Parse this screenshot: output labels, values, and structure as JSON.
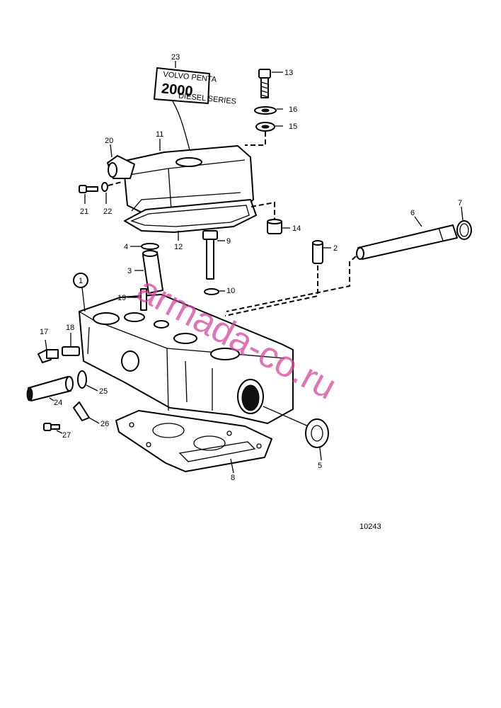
{
  "part_labels": {
    "p1": "1",
    "p2": "2",
    "p3": "3",
    "p4": "4",
    "p5": "5",
    "p6": "6",
    "p7": "7",
    "p8": "8",
    "p9": "9",
    "p10": "10",
    "p11": "11",
    "p12": "12",
    "p13": "13",
    "p14": "14",
    "p15": "15",
    "p16": "16",
    "p17": "17",
    "p18": "18",
    "p19": "19",
    "p20": "20",
    "p21": "21",
    "p22": "22",
    "p23": "23",
    "p24": "24",
    "p25": "25",
    "p26": "26",
    "p27": "27"
  },
  "decal": {
    "brand": "VOLVO PENTA",
    "model": "2000",
    "series": "DIESEL SERIES"
  },
  "figure_number": "10243",
  "watermark": "armada-co.ru",
  "colors": {
    "line": "#000000",
    "watermark": "#d6479e",
    "background": "#ffffff"
  }
}
